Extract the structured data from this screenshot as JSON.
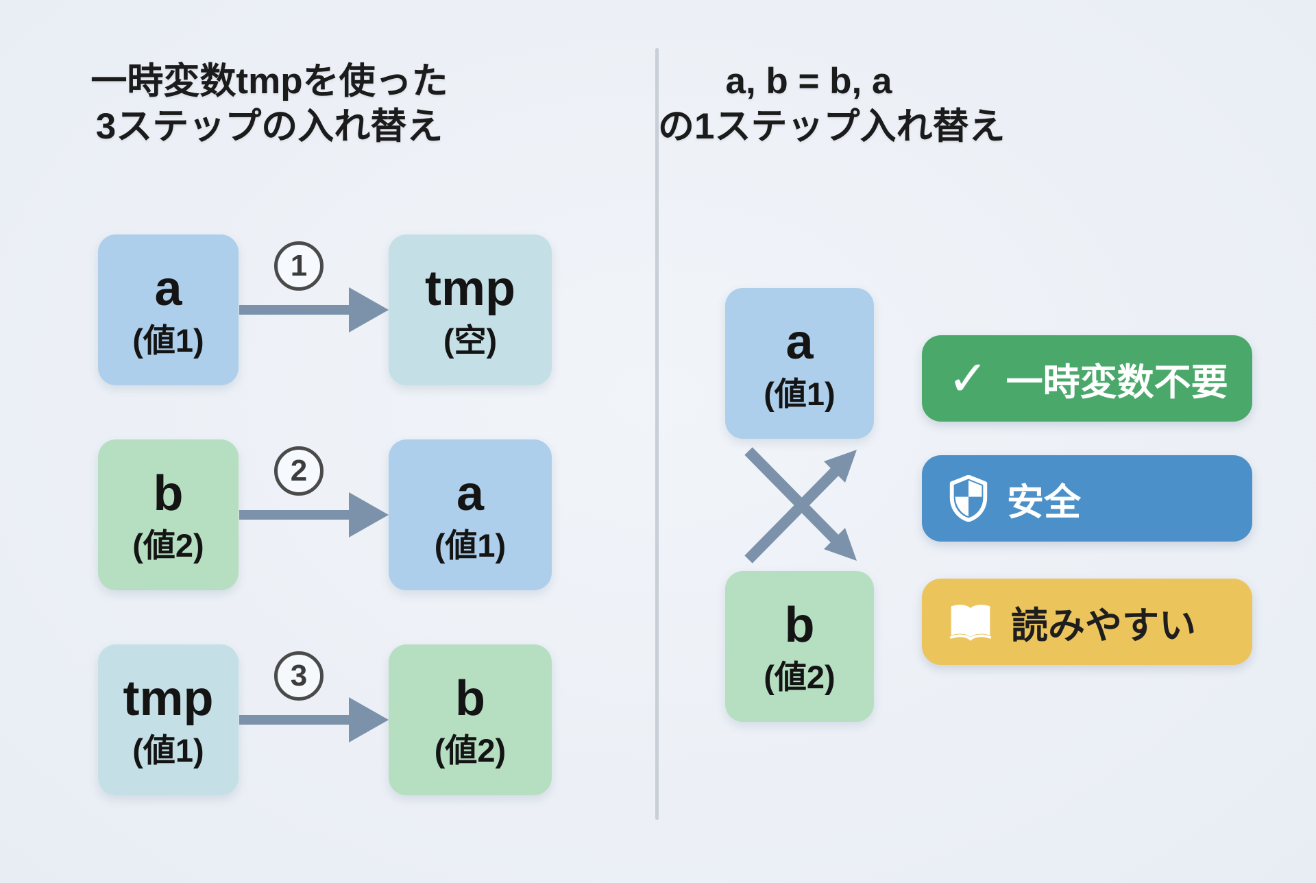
{
  "left_panel": {
    "title_line1": "一時変数tmpを使った",
    "title_line2": "3ステップの入れ替え",
    "steps": [
      {
        "number": "1",
        "source_label": "a",
        "source_sub": "(値1)",
        "target_label": "tmp",
        "target_sub": "(空)"
      },
      {
        "number": "2",
        "source_label": "b",
        "source_sub": "(値2)",
        "target_label": "a",
        "target_sub": "(値1)"
      },
      {
        "number": "3",
        "source_label": "tmp",
        "source_sub": "(値1)",
        "target_label": "b",
        "target_sub": "(値2)"
      }
    ]
  },
  "right_panel": {
    "title_line1": "a, b = b, a",
    "title_line2": "の1ステップ入れ替え",
    "top_box_label": "a",
    "top_box_sub": "(値1)",
    "bottom_box_label": "b",
    "bottom_box_sub": "(値2)",
    "badges": [
      {
        "icon": "check-icon",
        "label": "一時変数不要"
      },
      {
        "icon": "shield-icon",
        "label": "安全"
      },
      {
        "icon": "book-icon",
        "label": "読みやすい"
      }
    ]
  },
  "colors": {
    "background": "#edf1f7",
    "box_blue": "#aecfeb",
    "box_green": "#b6dfc2",
    "box_teal": "#c4e0e6",
    "arrow": "#7b92aa",
    "step_circle_border": "#4a4a4a",
    "divider": "#c8cfd7",
    "badge_green": "#4aa96a",
    "badge_blue": "#4b90c8",
    "badge_yellow": "#ecc45c",
    "badge_text_light": "#ffffff",
    "badge_text_dark": "#1e1e1e",
    "text_dark": "#1b1b1b"
  }
}
